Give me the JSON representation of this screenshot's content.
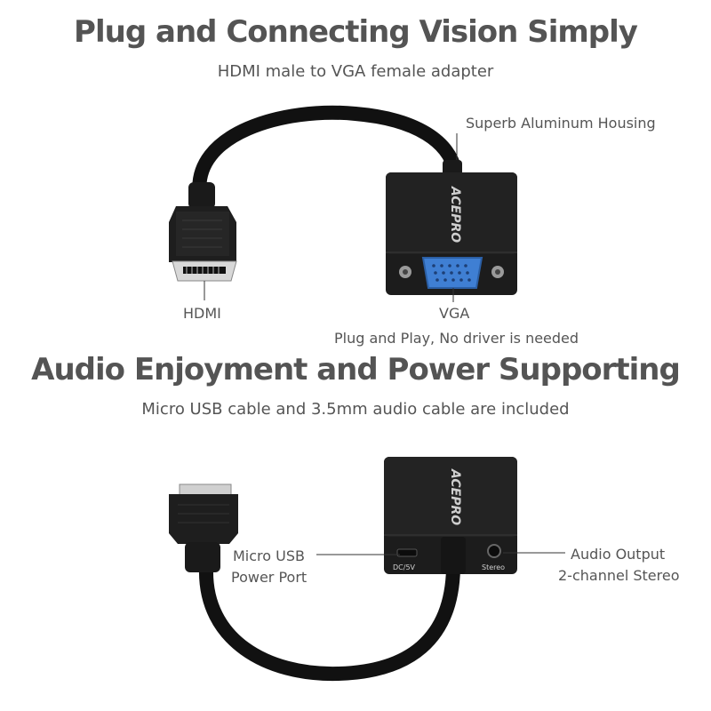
{
  "section1": {
    "title": "Plug and Connecting Vision Simply",
    "subtitle": "HDMI male to VGA female adapter",
    "housing_label": "Superb Aluminum Housing",
    "hdmi_label": "HDMI",
    "vga_label": "VGA",
    "note": "Plug and Play, No driver is needed"
  },
  "section2": {
    "title": "Audio Enjoyment and Power Supporting",
    "subtitle": "Micro USB cable and 3.5mm audio cable are included",
    "usb_label_line1": "Micro USB",
    "usb_label_line2": "Power Port",
    "audio_label_line1": "Audio Output",
    "audio_label_line2": "2-channel Stereo",
    "port_dc": "DC/5V",
    "port_stereo": "Stereo"
  },
  "brand": "ACEPRO",
  "colors": {
    "title": "#545454",
    "device": "#1c1c1c",
    "vga_port": "#3f7fd3",
    "cable": "#111111"
  }
}
